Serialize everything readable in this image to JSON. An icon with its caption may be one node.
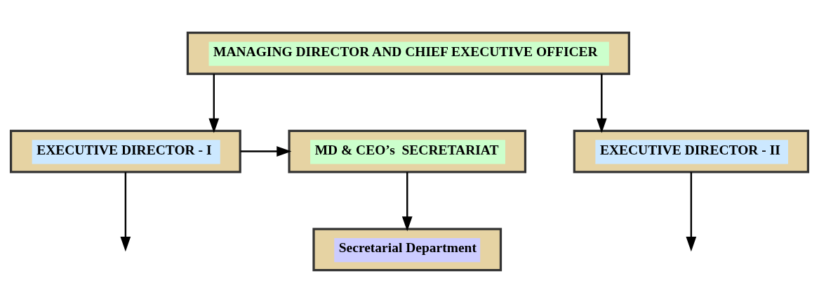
{
  "diagram": {
    "nodes": [
      {
        "text": [
          "MANAGING DIRECTOR AND CHIEF EXECUTIVE OFFICER"
        ]
      },
      {
        "text": [
          "EXECUTIVE DIRECTOR - I"
        ]
      },
      {
        "text": [
          "MD & CEO’s  SECRETARIAT"
        ]
      },
      {
        "text": [
          "EXECUTIVE DIRECTOR - II"
        ]
      },
      {
        "text": [
          "Secretarial Department"
        ]
      }
    ],
    "edges": [
      {
        "from": 0,
        "to": 1,
        "arrow": "to"
      },
      {
        "from": 0,
        "to": 3,
        "arrow": "to"
      },
      {
        "from": 1,
        "to": 2,
        "arrow": "to"
      },
      {
        "from": 2,
        "to": 4,
        "arrow": "to"
      },
      {
        "from": 1,
        "to": null,
        "arrow": "to"
      },
      {
        "from": 3,
        "to": null,
        "arrow": "to"
      }
    ]
  }
}
